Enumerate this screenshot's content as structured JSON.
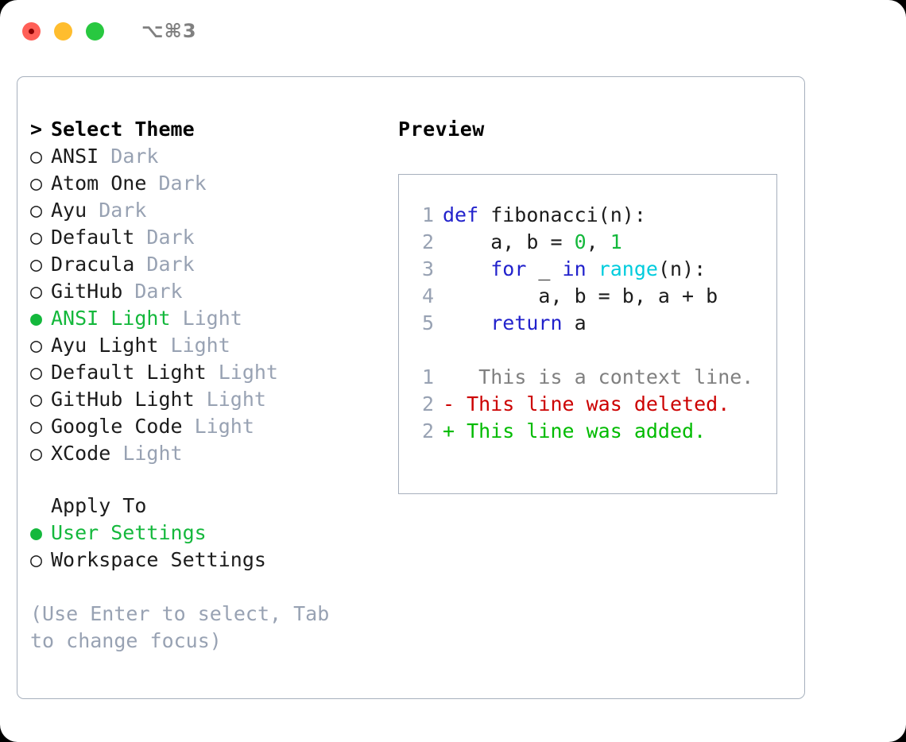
{
  "titlebar": {
    "shortcut": "⌥⌘3",
    "lights": [
      "close-red",
      "minimize-yellow",
      "maximize-green"
    ]
  },
  "left_panel": {
    "heading": {
      "prefix": ">",
      "label": "Select Theme"
    },
    "themes": [
      {
        "bullet": "○",
        "name": "ANSI",
        "tag": "Dark",
        "selected": false
      },
      {
        "bullet": "○",
        "name": "Atom One",
        "tag": "Dark",
        "selected": false
      },
      {
        "bullet": "○",
        "name": "Ayu",
        "tag": "Dark",
        "selected": false
      },
      {
        "bullet": "○",
        "name": "Default",
        "tag": "Dark",
        "selected": false
      },
      {
        "bullet": "○",
        "name": "Dracula",
        "tag": "Dark",
        "selected": false
      },
      {
        "bullet": "○",
        "name": "GitHub",
        "tag": "Dark",
        "selected": false
      },
      {
        "bullet": "●",
        "name": "ANSI Light",
        "tag": "Light",
        "selected": true
      },
      {
        "bullet": "○",
        "name": "Ayu Light",
        "tag": "Light",
        "selected": false
      },
      {
        "bullet": "○",
        "name": "Default Light",
        "tag": "Light",
        "selected": false
      },
      {
        "bullet": "○",
        "name": "GitHub Light",
        "tag": "Light",
        "selected": false
      },
      {
        "bullet": "○",
        "name": "Google Code",
        "tag": "Light",
        "selected": false
      },
      {
        "bullet": "○",
        "name": "XCode",
        "tag": "Light",
        "selected": false
      }
    ],
    "apply_to": {
      "title": "Apply To",
      "options": [
        {
          "bullet": "●",
          "label": "User Settings",
          "selected": true
        },
        {
          "bullet": "○",
          "label": "Workspace Settings",
          "selected": false
        }
      ]
    },
    "hint": "(Use Enter to select, Tab to change focus)"
  },
  "right_panel": {
    "title": "Preview",
    "code": {
      "lines": [
        {
          "number": "1",
          "tokens": [
            {
              "t": "def",
              "c": "kw"
            },
            {
              "t": " fibonacci(n):",
              "c": "plain"
            }
          ]
        },
        {
          "number": "2",
          "tokens": [
            {
              "t": "    a, b = ",
              "c": "plain"
            },
            {
              "t": "0",
              "c": "num"
            },
            {
              "t": ", ",
              "c": "plain"
            },
            {
              "t": "1",
              "c": "num"
            }
          ]
        },
        {
          "number": "3",
          "tokens": [
            {
              "t": "    ",
              "c": "plain"
            },
            {
              "t": "for",
              "c": "kw"
            },
            {
              "t": " _ ",
              "c": "plain"
            },
            {
              "t": "in",
              "c": "kw"
            },
            {
              "t": " ",
              "c": "plain"
            },
            {
              "t": "range",
              "c": "fn"
            },
            {
              "t": "(n):",
              "c": "plain"
            }
          ]
        },
        {
          "number": "4",
          "tokens": [
            {
              "t": "        a, b = b, a + b",
              "c": "plain"
            }
          ]
        },
        {
          "number": "5",
          "tokens": [
            {
              "t": "    ",
              "c": "plain"
            },
            {
              "t": "return",
              "c": "kw"
            },
            {
              "t": " a",
              "c": "plain"
            }
          ]
        }
      ]
    },
    "diff": {
      "lines": [
        {
          "number": "1",
          "marker": " ",
          "text": "  This is a context line.",
          "kind": "diff-ctx"
        },
        {
          "number": "2",
          "marker": "-",
          "text": " This line was deleted.",
          "kind": "diff-del"
        },
        {
          "number": "2",
          "marker": "+",
          "text": " This line was added.",
          "kind": "diff-add"
        }
      ]
    }
  },
  "colors": {
    "accent_green": "#14b83c",
    "muted": "#98a2b3",
    "border": "#a7b0bd",
    "keyword_blue": "#2222cc",
    "function_cyan": "#00ccdd",
    "number_green": "#14b83c",
    "diff_delete_red": "#cc0000",
    "diff_add_green": "#00bb00",
    "light_red": "#ff5f57",
    "light_yellow": "#ffbd2e",
    "light_green": "#28c840"
  }
}
